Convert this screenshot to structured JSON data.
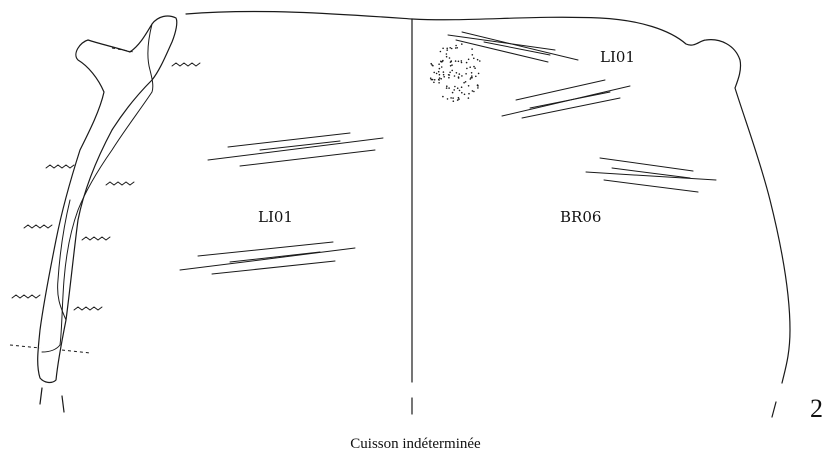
{
  "figure": {
    "number": "2",
    "caption": "Cuisson indéterminée"
  },
  "labels": {
    "left_zone": "LI01",
    "right_zone": "BR06",
    "right_upper": "LI01"
  }
}
